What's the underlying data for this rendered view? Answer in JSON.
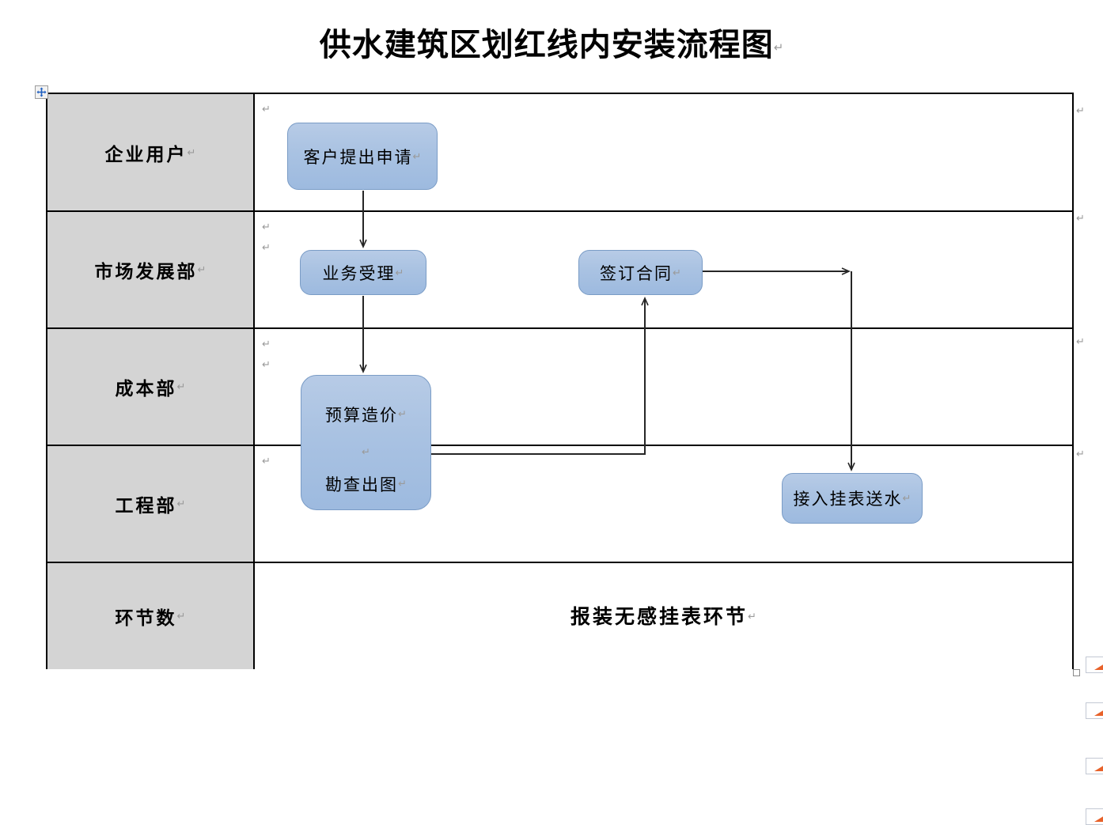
{
  "document": {
    "title": "供水建筑区划红线内安装流程图",
    "pilcrow": "↵"
  },
  "table": {
    "rows": [
      {
        "label": "企业用户",
        "marks": 1
      },
      {
        "label": "市场发展部",
        "marks": 2
      },
      {
        "label": "成本部",
        "marks": 2
      },
      {
        "label": "工程部",
        "marks": 1
      },
      {
        "label": "环节数",
        "marks": 0,
        "summary": "报装无感挂表环节"
      }
    ]
  },
  "flow": {
    "boxes": [
      {
        "id": "box-customer-apply",
        "label": "客户提出申请"
      },
      {
        "id": "box-business-accept",
        "label": "业务受理"
      },
      {
        "id": "box-budget-cost",
        "label": "预算造价"
      },
      {
        "id": "box-survey-drawing",
        "label": "勘查出图"
      },
      {
        "id": "box-sign-contract",
        "label": "签订合同"
      },
      {
        "id": "box-connect-meter",
        "label": "接入挂表送水"
      }
    ]
  },
  "colors": {
    "box_fill_top": "#b7cbe6",
    "box_fill_bottom": "#9dbadf",
    "box_border": "#7a9cc6",
    "label_cell_bg": "#d4d4d4",
    "table_border": "#000000",
    "connector": "#262626",
    "pilcrow": "#9a9a9a"
  }
}
